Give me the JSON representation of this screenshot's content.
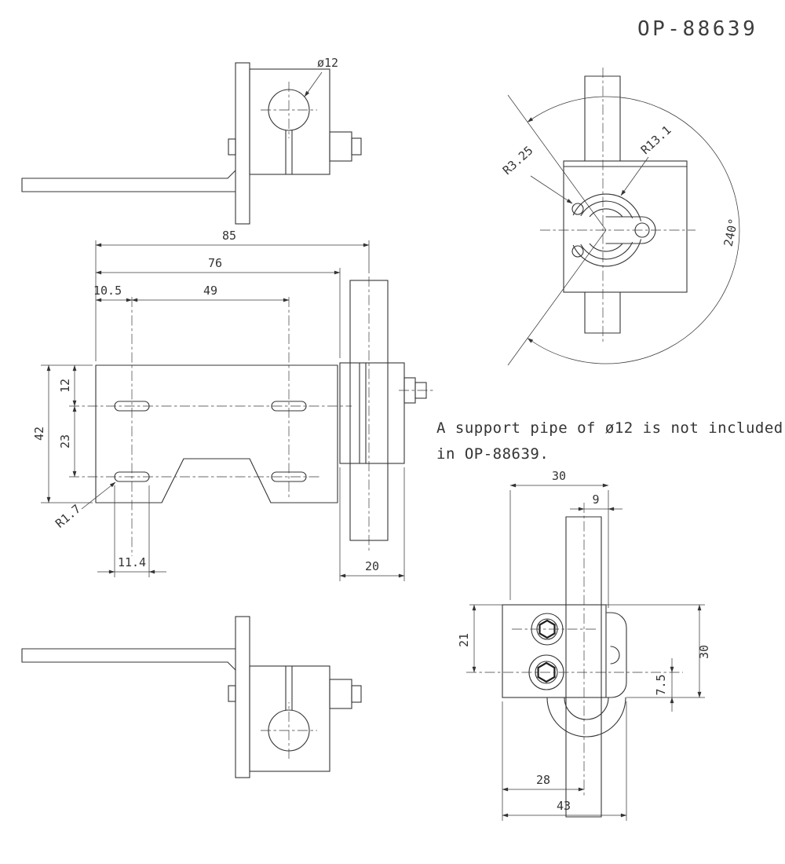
{
  "title": "OP-88639",
  "note": {
    "line1": "A support pipe of ø12 is not included",
    "line2": "in OP-88639."
  },
  "views": {
    "side_top": {
      "dims": {
        "pipe_dia": "ø12"
      }
    },
    "swing": {
      "dims": {
        "r_small": "R3.25",
        "r_large": "R13.1",
        "angle": "240°"
      }
    },
    "front": {
      "dims": {
        "w85": "85",
        "w76": "76",
        "w49": "49",
        "w105": "10.5",
        "h12": "12",
        "h23": "23",
        "h42": "42",
        "r17": "R1.7",
        "w114": "11.4",
        "w20": "20"
      }
    },
    "clamp_side": {
      "dims": {
        "w30_top": "30",
        "w9": "9",
        "h21": "21",
        "h30": "30",
        "h75": "7.5",
        "w28": "28",
        "w43": "43"
      }
    }
  }
}
